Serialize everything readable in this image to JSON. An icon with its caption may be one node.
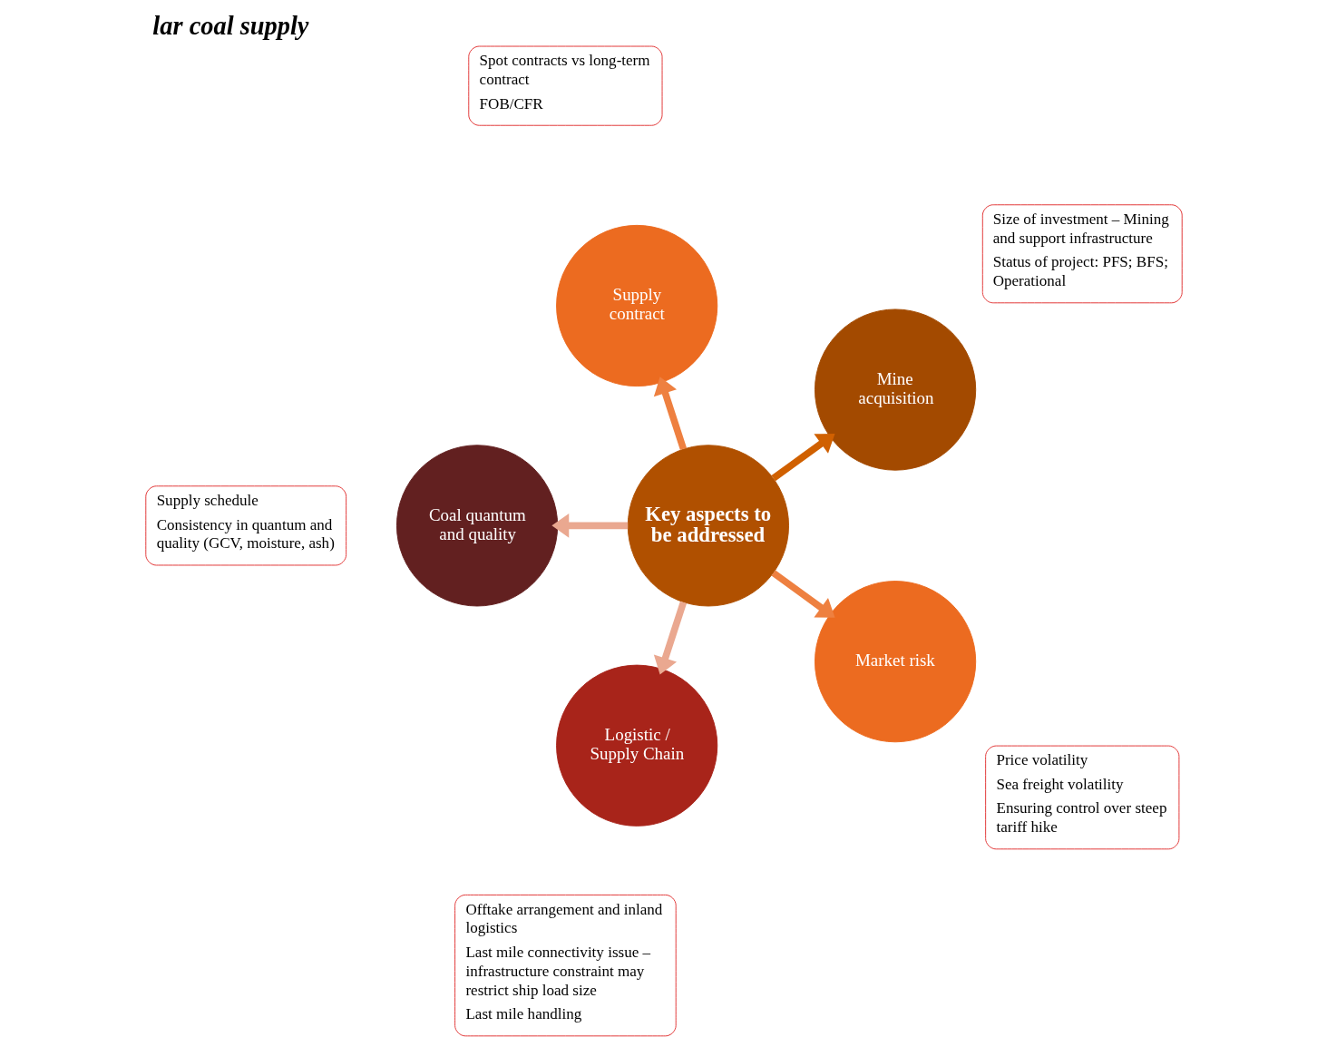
{
  "diagram": {
    "title": "lar coal supply",
    "nodes": [
      {
        "text": [
          "Key aspects to be addressed"
        ]
      },
      {
        "text": [
          "Mine acquisition"
        ]
      },
      {
        "text": [
          "Supply contract"
        ]
      },
      {
        "text": [
          "Coal quantum and quality"
        ]
      },
      {
        "text": [
          "Logistic / Supply Chain"
        ]
      },
      {
        "text": [
          "Market risk"
        ]
      },
      {
        "text": [
          "Size of investment – Mining and support infrastructure",
          "Status of project: PFS; BFS; Operational"
        ]
      },
      {
        "text": [
          "Spot contracts vs long-term contract",
          "FOB/CFR"
        ]
      },
      {
        "text": [
          "Supply schedule",
          "Consistency in quantum and quality (GCV, moisture, ash)"
        ]
      },
      {
        "text": [
          "Offtake arrangement and inland logistics",
          "Last mile connectivity issue – infrastructure constraint may restrict ship load size",
          "Last mile handling"
        ]
      },
      {
        "text": [
          "Price volatility",
          "Sea freight volatility",
          "Ensuring control over steep tariff hike"
        ]
      }
    ],
    "edges": [
      {
        "from": 0,
        "to": 1,
        "arrow": "to",
        "color": "#d06000"
      },
      {
        "from": 0,
        "to": 2,
        "arrow": "to",
        "color": "#ee8040"
      },
      {
        "from": 0,
        "to": 3,
        "arrow": "to",
        "color": "#eaa890"
      },
      {
        "from": 0,
        "to": 4,
        "arrow": "to",
        "color": "#eaa890"
      },
      {
        "from": 0,
        "to": 5,
        "arrow": "to",
        "color": "#ee8040"
      }
    ]
  }
}
